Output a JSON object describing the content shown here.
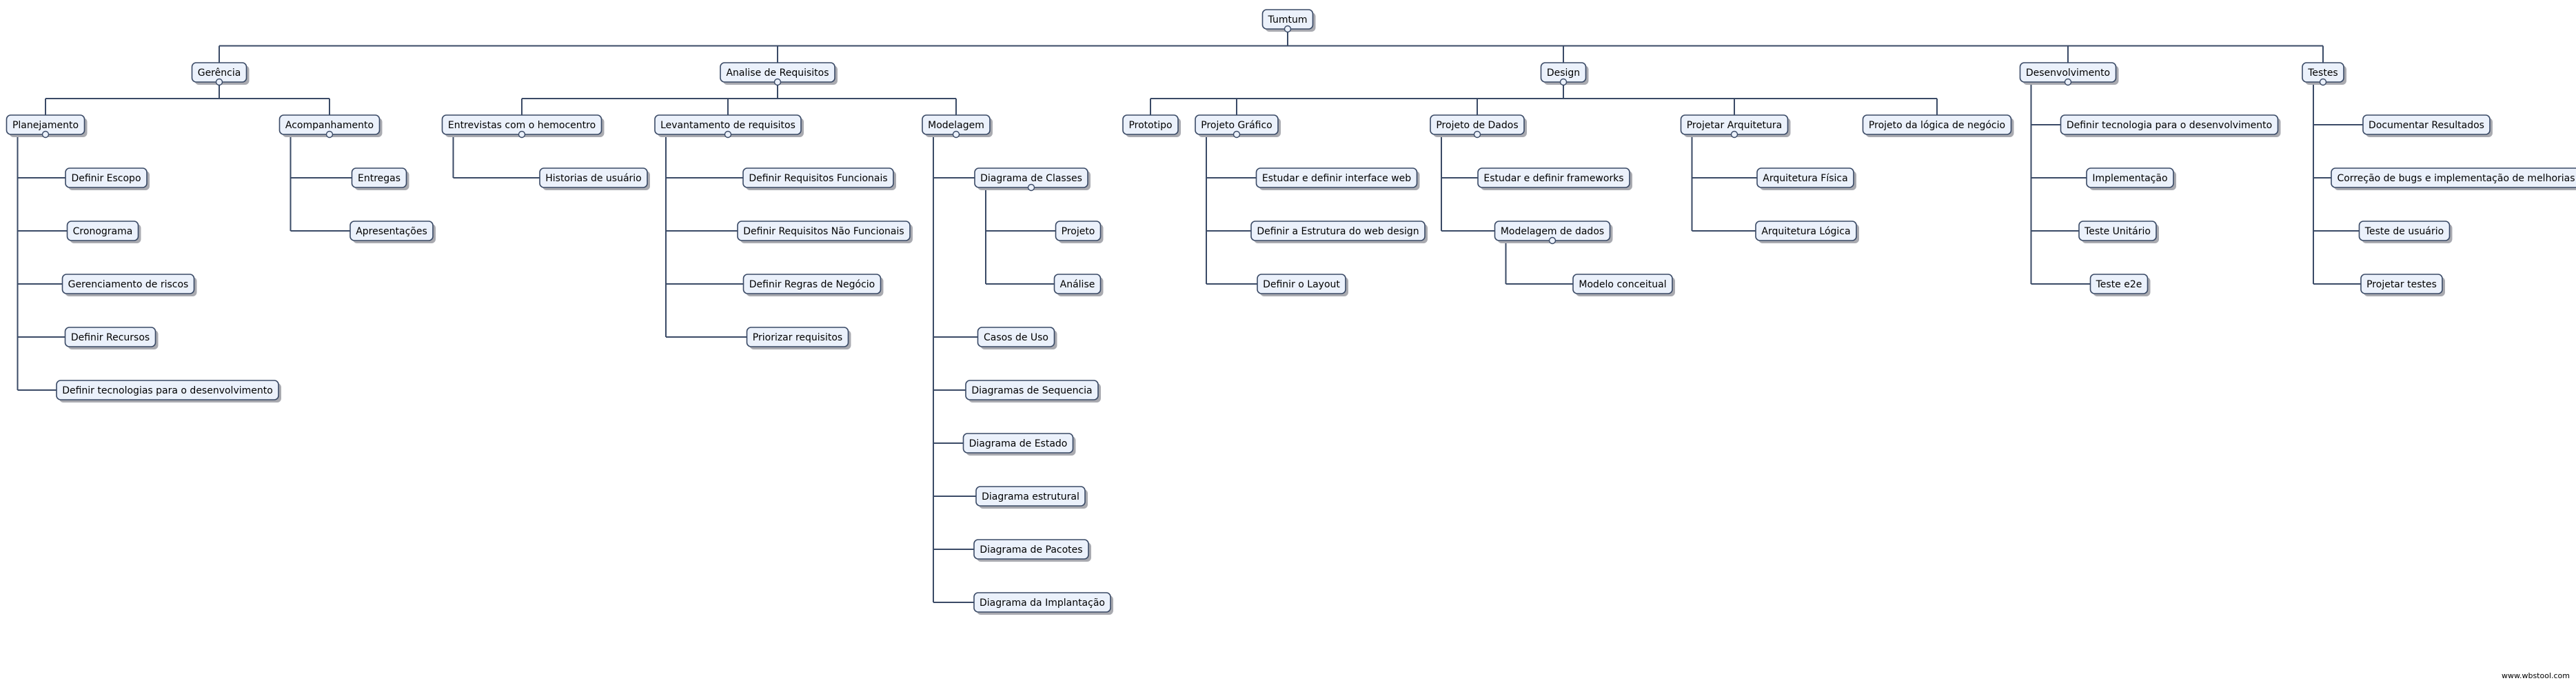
{
  "colors": {
    "node_fill": "#ebf1fb",
    "node_border": "#3a4a66",
    "shadow": "#a9aab0",
    "line": "#3a4a66"
  },
  "footer": "www.wbstool.com",
  "tree": {
    "label": "Tumtum",
    "children": [
      {
        "label": "Gerência",
        "children": [
          {
            "label": "Planejamento",
            "children": [
              {
                "label": "Definir Escopo"
              },
              {
                "label": "Cronograma"
              },
              {
                "label": "Gerenciamento de riscos"
              },
              {
                "label": "Definir Recursos"
              },
              {
                "label": "Definir tecnologias para o desenvolvimento"
              }
            ]
          },
          {
            "label": "Acompanhamento",
            "children": [
              {
                "label": "Entregas"
              },
              {
                "label": "Apresentações"
              }
            ]
          }
        ]
      },
      {
        "label": "Analise de Requisitos",
        "children": [
          {
            "label": "Entrevistas com o hemocentro",
            "children": [
              {
                "label": "Historias de usuário"
              }
            ]
          },
          {
            "label": "Levantamento de requisitos",
            "children": [
              {
                "label": "Definir Requisitos Funcionais"
              },
              {
                "label": "Definir Requisitos Não Funcionais"
              },
              {
                "label": "Definir Regras de Negócio"
              },
              {
                "label": "Priorizar requisitos"
              }
            ]
          },
          {
            "label": "Modelagem",
            "children": [
              {
                "label": "Diagrama de Classes",
                "children": [
                  {
                    "label": "Projeto"
                  },
                  {
                    "label": "Análise"
                  }
                ]
              },
              {
                "label": "Casos de Uso"
              },
              {
                "label": "Diagramas de Sequencia"
              },
              {
                "label": "Diagrama de Estado"
              },
              {
                "label": "Diagrama estrutural"
              },
              {
                "label": "Diagrama de Pacotes"
              },
              {
                "label": "Diagrama da Implantação"
              }
            ]
          }
        ]
      },
      {
        "label": "Design",
        "children": [
          {
            "label": "Prototipo"
          },
          {
            "label": "Projeto Gráfico",
            "children": [
              {
                "label": "Estudar e definir interface web"
              },
              {
                "label": "Definir a Estrutura do web design"
              },
              {
                "label": "Definir o Layout"
              }
            ]
          },
          {
            "label": "Projeto de Dados",
            "children": [
              {
                "label": "Estudar e definir frameworks"
              },
              {
                "label": "Modelagem de dados",
                "children": [
                  {
                    "label": "Modelo conceitual"
                  }
                ]
              }
            ]
          },
          {
            "label": "Projetar Arquitetura",
            "children": [
              {
                "label": "Arquitetura Física"
              },
              {
                "label": "Arquitetura Lógica"
              }
            ]
          },
          {
            "label": "Projeto da lógica de negócio"
          }
        ]
      },
      {
        "label": "Desenvolvimento",
        "children": [
          {
            "label": "Definir tecnologia para o desenvolvimento"
          },
          {
            "label": "Implementação"
          },
          {
            "label": "Teste Unitário"
          },
          {
            "label": "Teste e2e"
          }
        ]
      },
      {
        "label": "Testes",
        "children": [
          {
            "label": "Documentar Resultados"
          },
          {
            "label": "Correção de bugs e implementação de melhorias"
          },
          {
            "label": "Teste de usuário"
          },
          {
            "label": "Projetar testes"
          }
        ]
      }
    ]
  }
}
